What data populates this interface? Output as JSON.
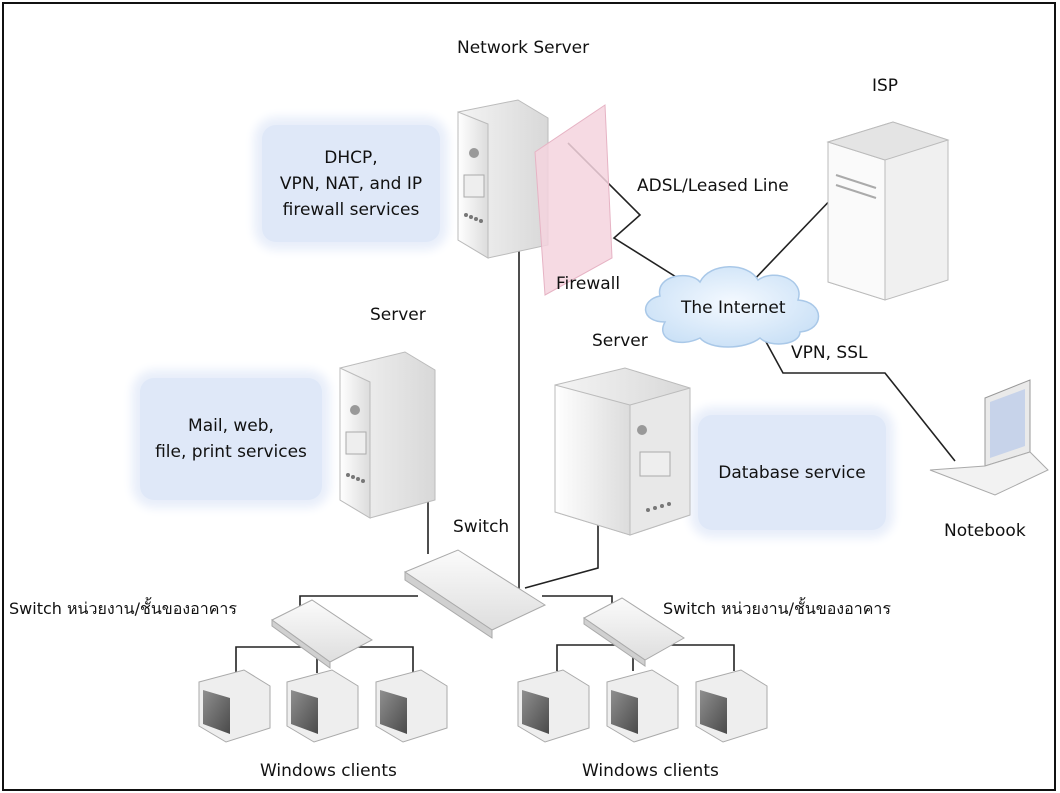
{
  "nodes": {
    "network_server": "Network Server",
    "isp": "ISP",
    "firewall": "Firewall",
    "internet": "The Internet",
    "link_adsl": "ADSL/Leased Line",
    "link_vpn": "VPN, SSL",
    "server_left": "Server",
    "server_mid": "Server",
    "notebook": "Notebook",
    "switch_core": "Switch",
    "switch_left": "Switch หน่วยงาน/ชั้นของอาคาร",
    "switch_right": "Switch หน่วยงาน/ชั้นของอาคาร",
    "clients_left": "Windows clients",
    "clients_right": "Windows clients"
  },
  "services": {
    "network": [
      "DHCP,",
      "VPN, NAT, and IP",
      "firewall services"
    ],
    "mail": [
      "Mail, web,",
      "file, print services"
    ],
    "database": "Database service"
  }
}
